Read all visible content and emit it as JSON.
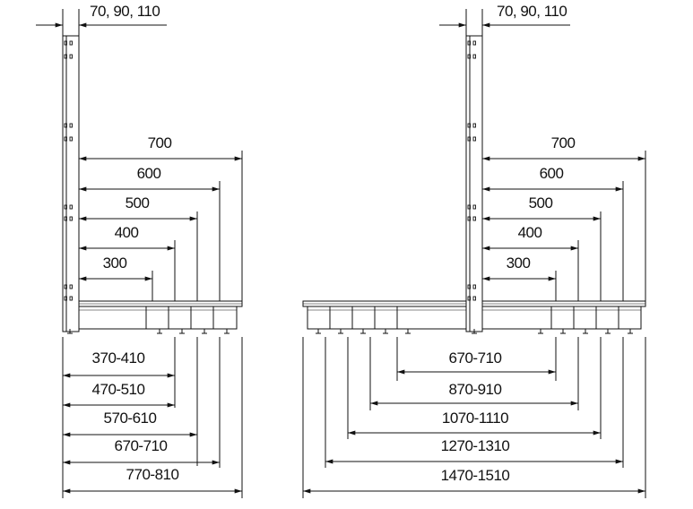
{
  "diagram": {
    "line_color": "#111111",
    "background": "#ffffff",
    "left": {
      "post_width_label": "70, 90, 110",
      "shelf_depths": [
        "700",
        "600",
        "500",
        "400",
        "300"
      ],
      "base_ranges": [
        "370-410",
        "470-510",
        "570-610",
        "670-710",
        "770-810"
      ]
    },
    "right": {
      "post_width_label": "70, 90, 110",
      "shelf_depths": [
        "700",
        "600",
        "500",
        "400",
        "300"
      ],
      "base_ranges": [
        "670-710",
        "870-910",
        "1070-1110",
        "1270-1310",
        "1470-1510"
      ]
    }
  }
}
